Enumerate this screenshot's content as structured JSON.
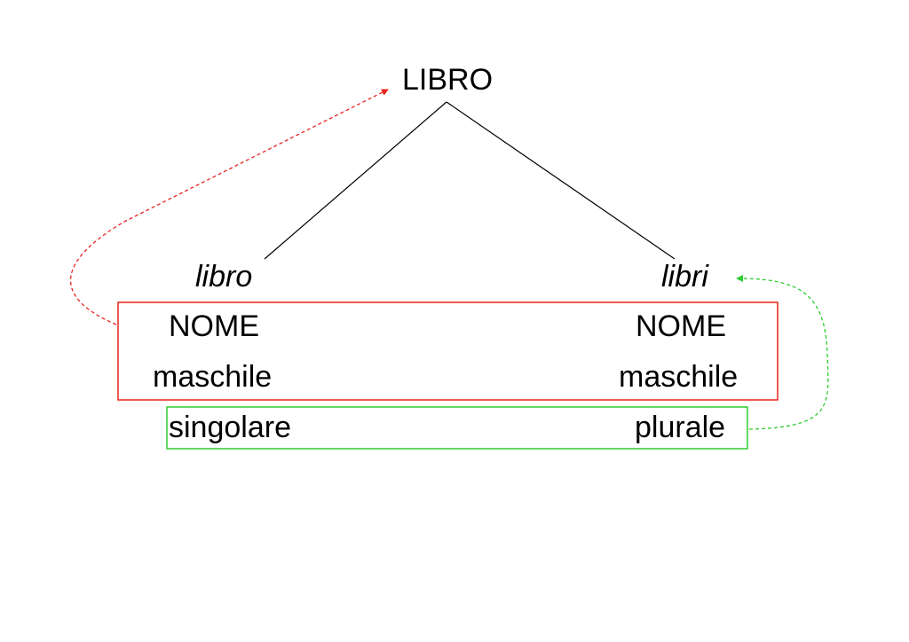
{
  "lemma": "LIBRO",
  "forms": [
    {
      "word": "libro",
      "features": {
        "category": "NOME",
        "gender": "maschile",
        "number": "singolare"
      }
    },
    {
      "word": "libri",
      "features": {
        "category": "NOME",
        "gender": "maschile",
        "number": "plurale"
      }
    }
  ],
  "colors": {
    "text": "#000000",
    "tree_lines": "#000000",
    "shared_features_box": "#e8231f",
    "number_features_box": "#2ecc2e",
    "red_arrow": "#e8231f",
    "green_arrow": "#2ecc2e"
  }
}
